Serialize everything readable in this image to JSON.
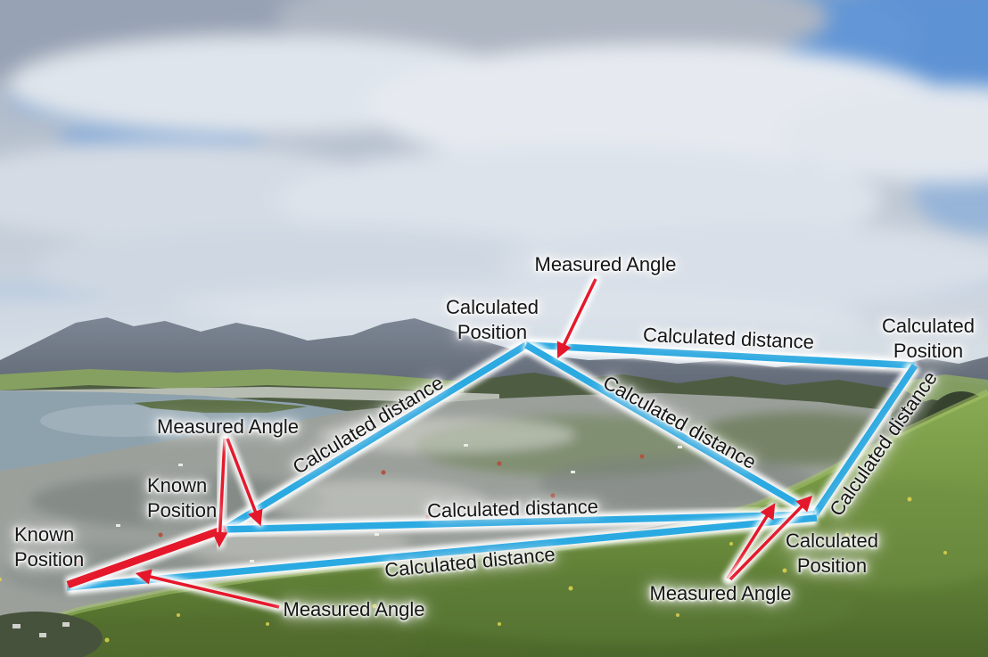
{
  "colors": {
    "distance_line_blue": "#2BAAE2",
    "measured_line_red": "#E5182B",
    "label_text": "#151515",
    "label_halo": "#FFFFFF"
  },
  "labels": {
    "measured_angle": "Measured Angle",
    "known_position": "Known Position",
    "calculated_position": "Calculated Position",
    "calculated_distance": "Calculated distance"
  },
  "counts": {
    "known_position_labels": 2,
    "calculated_position_labels": 3,
    "measured_angle_labels": 4,
    "calculated_distance_labels": 6
  }
}
